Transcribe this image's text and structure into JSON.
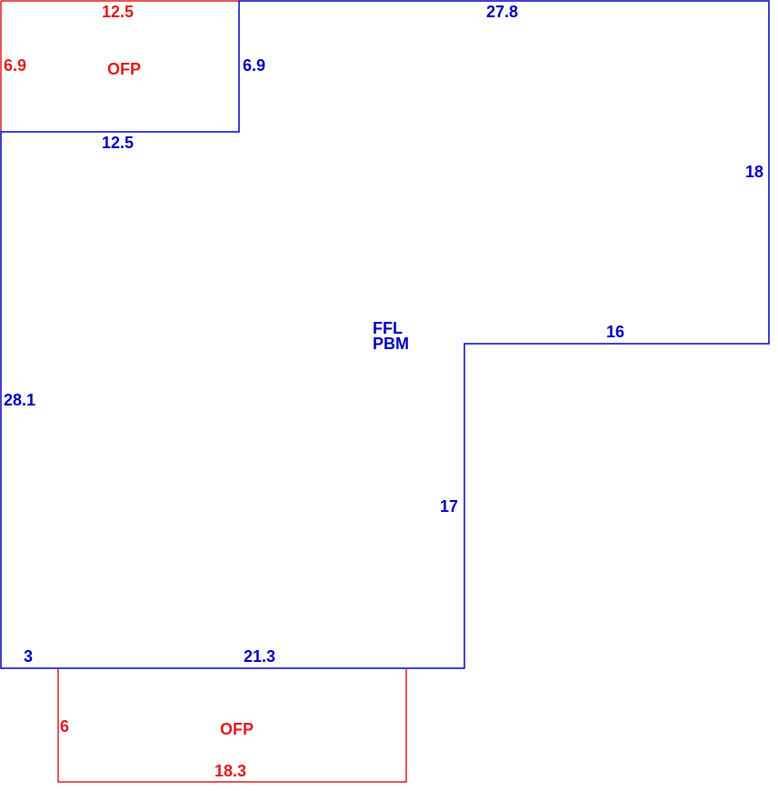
{
  "colors": {
    "main_outline": "#0000c0",
    "extension_outline": "#e01a1a"
  },
  "main_area": {
    "label_line1": "FFL",
    "label_line2": "PBM",
    "dims": {
      "top": "27.8",
      "right_upper": "18",
      "step_horizontal": "16",
      "step_vertical": "17",
      "bottom_long": "21.3",
      "bottom_short": "3",
      "left": "28.1",
      "notch_bottom": "12.5",
      "notch_right": "6.9"
    }
  },
  "ofp_top": {
    "label": "OFP",
    "dims": {
      "top": "12.5",
      "left": "6.9"
    }
  },
  "ofp_bottom": {
    "label": "OFP",
    "dims": {
      "left": "6",
      "bottom": "18.3"
    }
  }
}
